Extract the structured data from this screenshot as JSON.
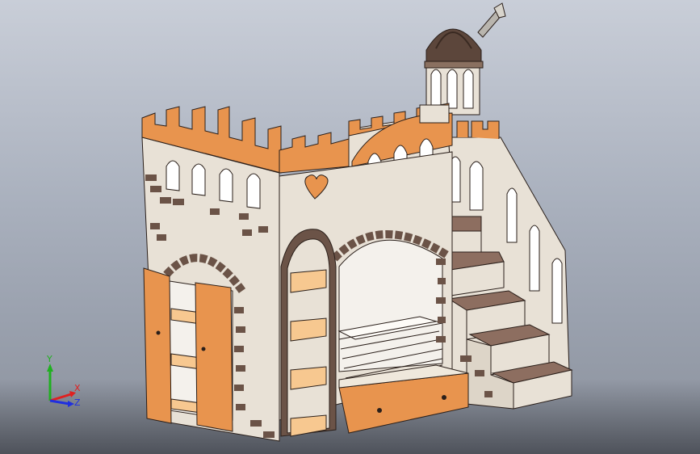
{
  "viewport": {
    "colors": {
      "wall": "#e8e1d6",
      "wall_shadow": "#d2c9bc",
      "accent_orange": "#e8944e",
      "accent_orange_light": "#f0b074",
      "brick": "#6b5347",
      "brick_dark": "#4f3a30",
      "dome": "#5c463b",
      "shelf": "#f7c890",
      "step": "#8d6e60"
    }
  },
  "triad": {
    "x_label": "X",
    "y_label": "Y",
    "z_label": "Z",
    "x_color": "#e02020",
    "y_color": "#20b020",
    "z_color": "#2030e0"
  }
}
